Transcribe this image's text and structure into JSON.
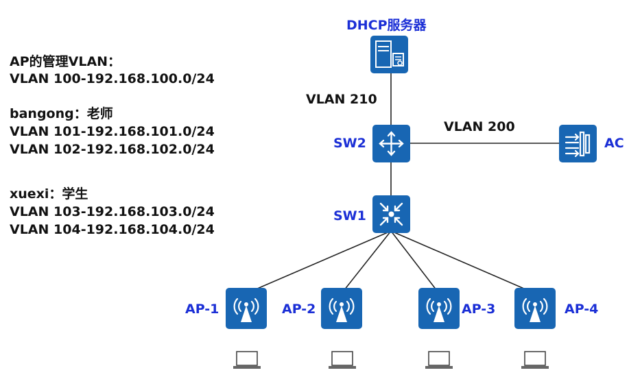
{
  "left_info": {
    "ap_mgmt_title": "AP的管理VLAN：",
    "ap_mgmt_vlan": "VLAN 100-192.168.100.0/24",
    "bangong_title": "bangong：老师",
    "bangong_vlan_1": "VLAN 101-192.168.101.0/24",
    "bangong_vlan_2": "VLAN 102-192.168.102.0/24",
    "xuexi_title": "xuexi：学生",
    "xuexi_vlan_1": "VLAN 103-192.168.103.0/24",
    "xuexi_vlan_2": "VLAN 104-192.168.104.0/24"
  },
  "devices": {
    "dhcp_label": "DHCP服务器",
    "sw2_label": "SW2",
    "sw1_label": "SW1",
    "ac_label": "AC",
    "ap1_label": "AP-1",
    "ap2_label": "AP-2",
    "ap3_label": "AP-3",
    "ap4_label": "AP-4"
  },
  "links": {
    "dhcp_sw2_vlan": "VLAN 210",
    "sw2_ac_vlan": "VLAN 200"
  },
  "colors": {
    "device_fill": "#1866b3",
    "label_blue": "#1b2fd6",
    "line": "#222222"
  }
}
